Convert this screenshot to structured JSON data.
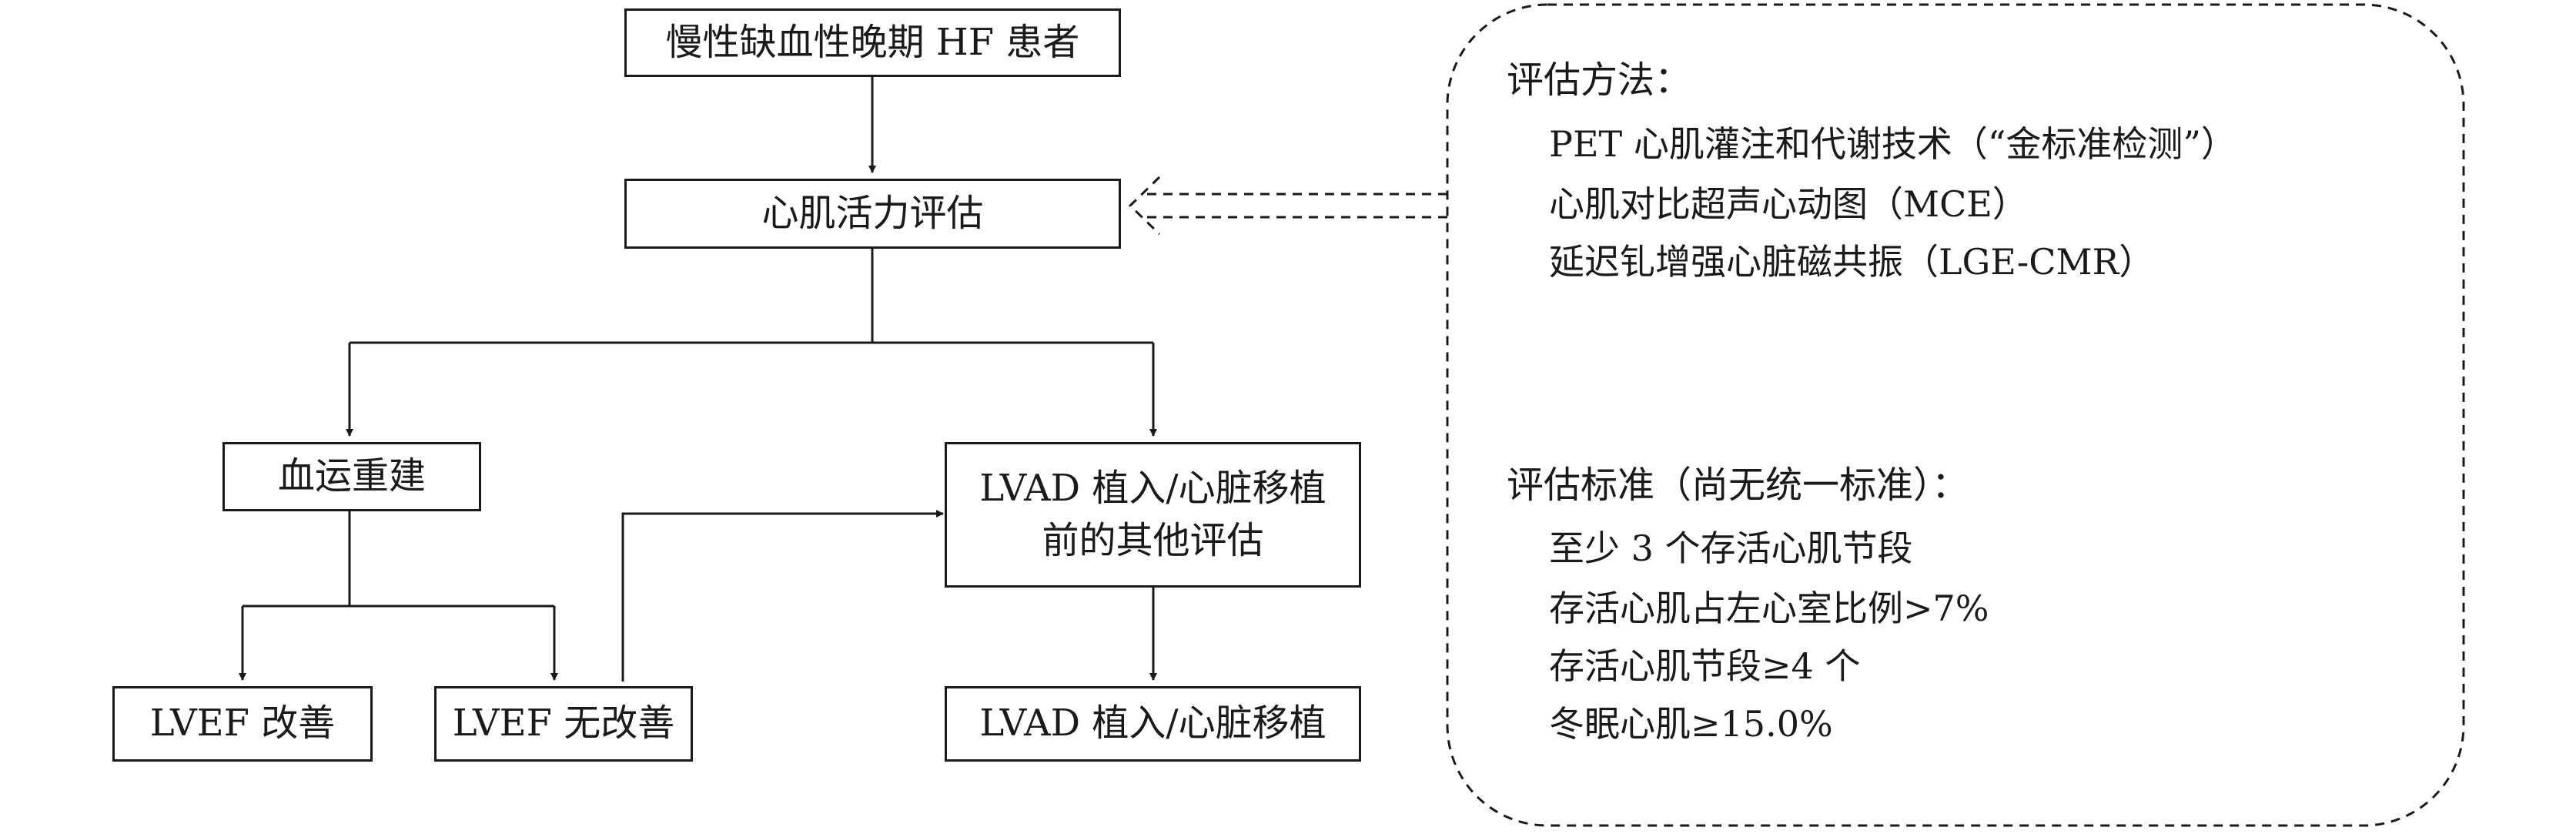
{
  "flowchart": {
    "start": "慢性缺血性晚期 HF 患者",
    "viability_assessment": "心肌活力评估",
    "revascularization": "血运重建",
    "other_assessment_line1": "LVAD 植入/心脏移植",
    "other_assessment_line2": "前的其他评估",
    "lvef_improved": "LVEF 改善",
    "lvef_not_improved": "LVEF 无改善",
    "lvad_transplant": "LVAD 植入/心脏移植"
  },
  "methods": {
    "title": "评估方法：",
    "items": [
      "PET 心肌灌注和代谢技术（“金标准检测”）",
      "心肌对比超声心动图（MCE）",
      "延迟钆增强心脏磁共振（LGE-CMR）"
    ]
  },
  "criteria": {
    "title": "评估标准（尚无统一标准）：",
    "items": [
      "至少 3 个存活心肌节段",
      "存活心肌占左心室比例>7%",
      "存活心肌节段≥4 个",
      "冬眠心肌≥15.0%"
    ]
  },
  "colors": {
    "line": "#1a1a1a",
    "background": "#ffffff"
  }
}
